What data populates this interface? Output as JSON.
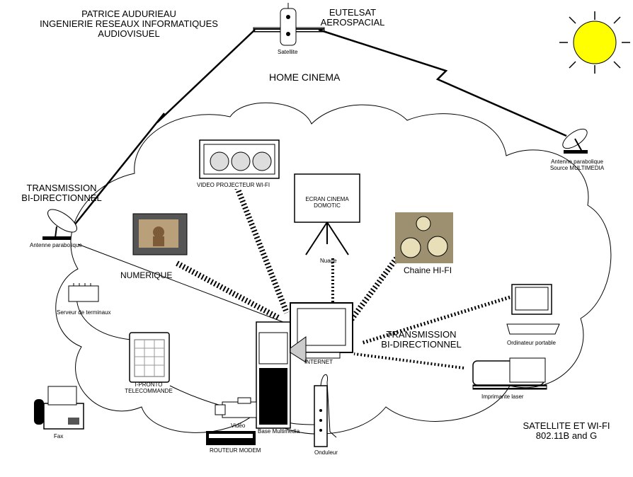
{
  "author": {
    "line1": "PATRICE AUDURIEAU",
    "line2": "INGENIERIE RESEAUX INFORMATIQUES",
    "line3": "AUDIOVISUEL"
  },
  "operator": {
    "line1": "EUTELSAT",
    "line2": "AEROSPACIAL"
  },
  "satellite": "Satellite",
  "title": "HOME CINEMA",
  "transmission_left": {
    "line1": "TRANSMISSION",
    "line2": "BI-DIRECTIONNEL"
  },
  "transmission_right": {
    "line1": "TRANSMISSION",
    "line2": "BI-DIRECTIONNEL"
  },
  "antenna_left": "Antenne parabolique",
  "antenna_right": {
    "line1": "Antenne parabolique",
    "line2": "Source MULTIMEDIA"
  },
  "video_projector": "VIDEO PROJECTEUR WI-FI",
  "screen": {
    "line1": "ECRAN CINEMA",
    "line2": "DOMOTIC"
  },
  "cloud": "Nuage",
  "hifi": "Chaine HI-FI",
  "digital": "NUMERIQUE",
  "terminal_server": "Serveur de terminaux",
  "remote": {
    "line1": "I-PRONTO",
    "line2": "TELECOMMANDE"
  },
  "fax": "Fax",
  "video": "Vidéo",
  "router": "ROUTEUR MODEM",
  "base": "Base Multimedia",
  "internet": "INTERNET",
  "ups": "Onduleur",
  "laptop": "Ordinateur portable",
  "printer": "Imprimante laser",
  "footer": {
    "line1": "SATELLITE ET WI-FI",
    "line2": "802.11B and G"
  },
  "colors": {
    "sun": "#ffff00",
    "satellite_panel": "#000000",
    "screen_bg": "#ffffff"
  }
}
